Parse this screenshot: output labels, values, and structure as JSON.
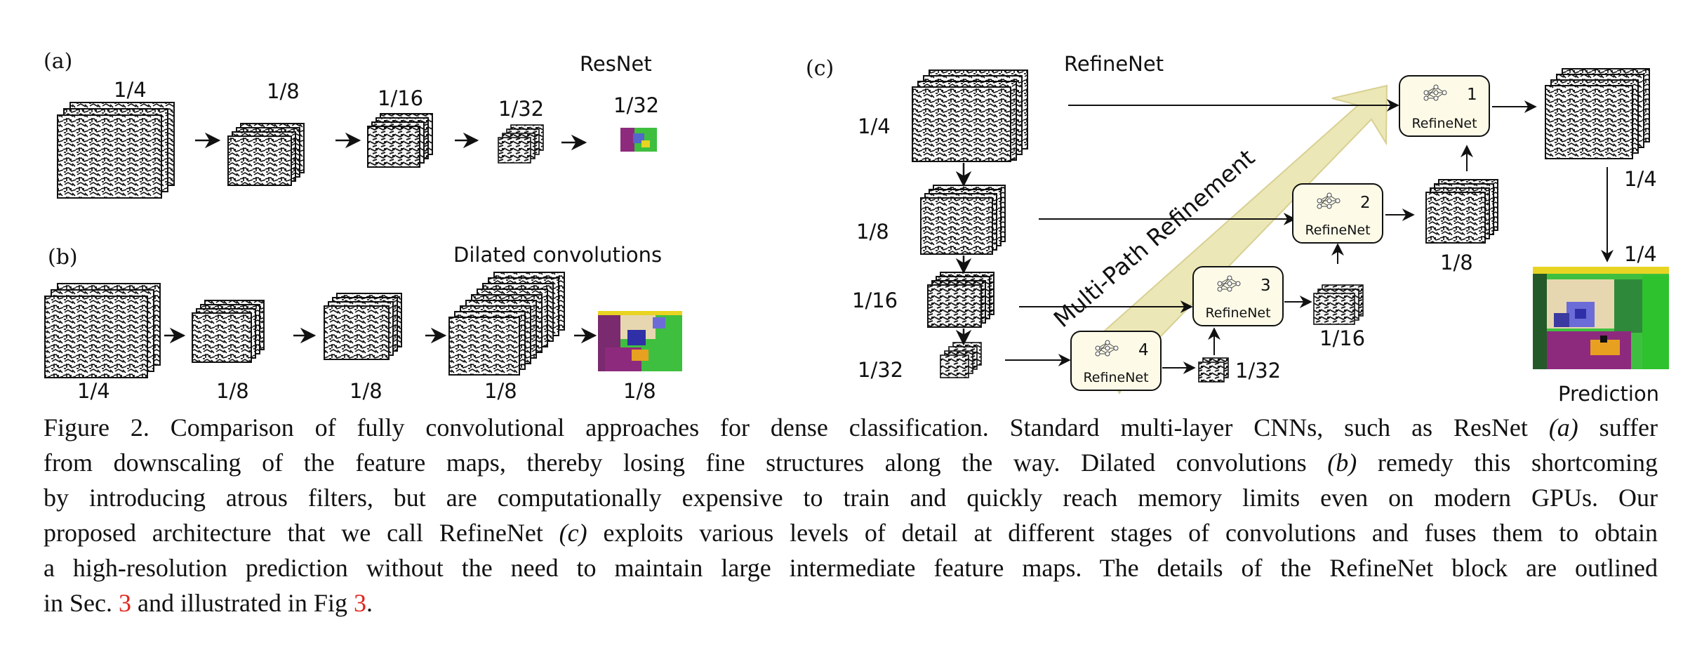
{
  "panel_a": {
    "label": "(a)",
    "title": "ResNet",
    "scales": [
      "1/4",
      "1/8",
      "1/16",
      "1/32",
      "1/32"
    ]
  },
  "panel_b": {
    "label": "(b)",
    "title": "Dilated convolutions",
    "scales": [
      "1/4",
      "1/8",
      "1/8",
      "1/8",
      "1/8"
    ]
  },
  "panel_c": {
    "label": "(c)",
    "title": "RefineNet",
    "input_scales": [
      "1/4",
      "1/8",
      "1/16",
      "1/32"
    ],
    "refine_blocks": [
      {
        "number": "1",
        "name": "RefineNet"
      },
      {
        "number": "2",
        "name": "RefineNet"
      },
      {
        "number": "3",
        "name": "RefineNet"
      },
      {
        "number": "4",
        "name": "RefineNet"
      }
    ],
    "output_scales": [
      "1/4",
      "1/8",
      "1/16",
      "1/32"
    ],
    "final_scale": "1/4",
    "multi_path_label": "Multi-Path Refinement",
    "prediction_label": "Prediction"
  },
  "caption": {
    "l1_a": "Figure 2. Comparison of fully convolutional approaches for dense classification.  Standard multi-layer CNNs, such as ResNet ",
    "l1_b": "(a)",
    "l1_c": " suffer",
    "l2_a": "from downscaling of the feature maps, thereby losing fine structures along the way.  Dilated convolutions ",
    "l2_b": "(b)",
    "l2_c": " remedy this shortcoming",
    "l3": "by introducing atrous filters, but are computationally expensive to train and quickly reach memory limits even on modern GPUs.  Our",
    "l4_a": "proposed architecture that we call RefineNet ",
    "l4_b": "(c)",
    "l4_c": " exploits various levels of detail at different stages of convolutions and fuses them to obtain",
    "l5": "a high-resolution prediction without the need to maintain large intermediate feature maps. The details of the RefineNet block are outlined",
    "l6_a": "in Sec. ",
    "l6_b": "3",
    "l6_c": " and illustrated in Fig ",
    "l6_d": "3",
    "l6_e": "."
  },
  "colors": {
    "ref_red": "#e0261c",
    "refine_fill": "#fdfbe8",
    "arrow_band": "#ece7b6",
    "seg_green": "#3fbf3f",
    "seg_purple": "#8e2a7e",
    "seg_yellow": "#e8d422"
  }
}
